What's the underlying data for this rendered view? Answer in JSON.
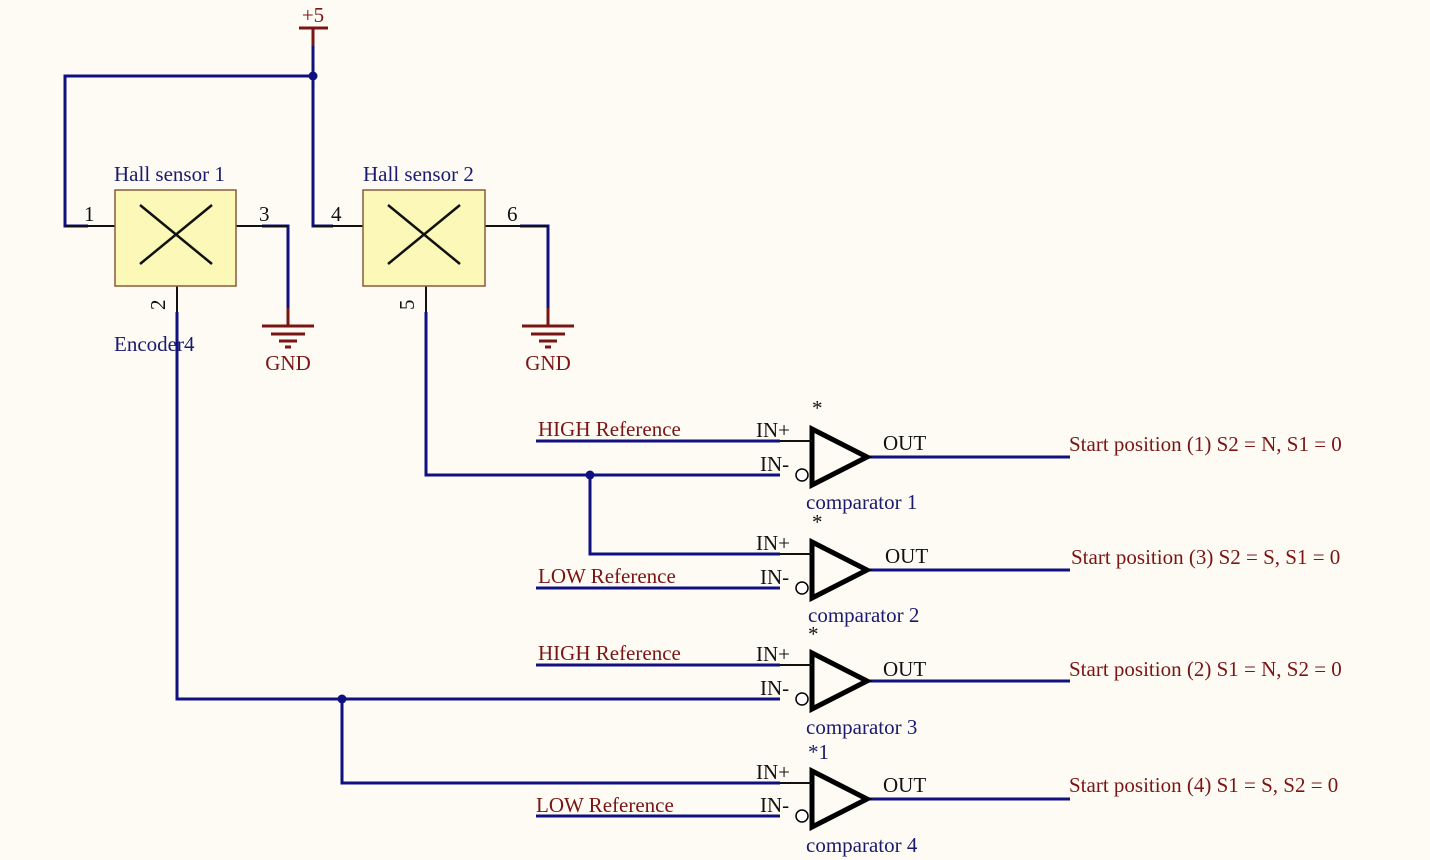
{
  "power": {
    "vcc_label": "+5",
    "gnd_label": "GND"
  },
  "sensors": [
    {
      "name": "Hall sensor 1",
      "pins": [
        "1",
        "3",
        "2"
      ],
      "designator": "Encoder4"
    },
    {
      "name": "Hall sensor 2",
      "pins": [
        "4",
        "6",
        "5"
      ]
    }
  ],
  "comparators": [
    {
      "label": "comparator 1",
      "marker": "*",
      "in_plus": "IN+",
      "in_minus": "IN-",
      "out": "OUT",
      "reference": "HIGH Reference",
      "output_net": "Start position (1) S2 = N, S1 = 0"
    },
    {
      "label": "comparator 2",
      "marker": "*",
      "in_plus": "IN+",
      "in_minus": "IN-",
      "out": "OUT",
      "reference": "LOW Reference",
      "output_net": "Start position (3) S2 = S, S1 = 0"
    },
    {
      "label": "comparator 3",
      "marker": "*",
      "in_plus": "IN+",
      "in_minus": "IN-",
      "out": "OUT",
      "reference": "HIGH Reference",
      "output_net": "Start position (2) S1 = N, S2 = 0"
    },
    {
      "label": "comparator 4",
      "marker": "*1",
      "in_plus": "IN+",
      "in_minus": "IN-",
      "out": "OUT",
      "reference": "LOW Reference",
      "output_net": "Start position (4) S1 = S, S2 = 0"
    }
  ],
  "colors": {
    "wire": "#101080",
    "power": "#7a1515",
    "component_fill": "#fbf8b8",
    "background": "#fdfbf3"
  }
}
